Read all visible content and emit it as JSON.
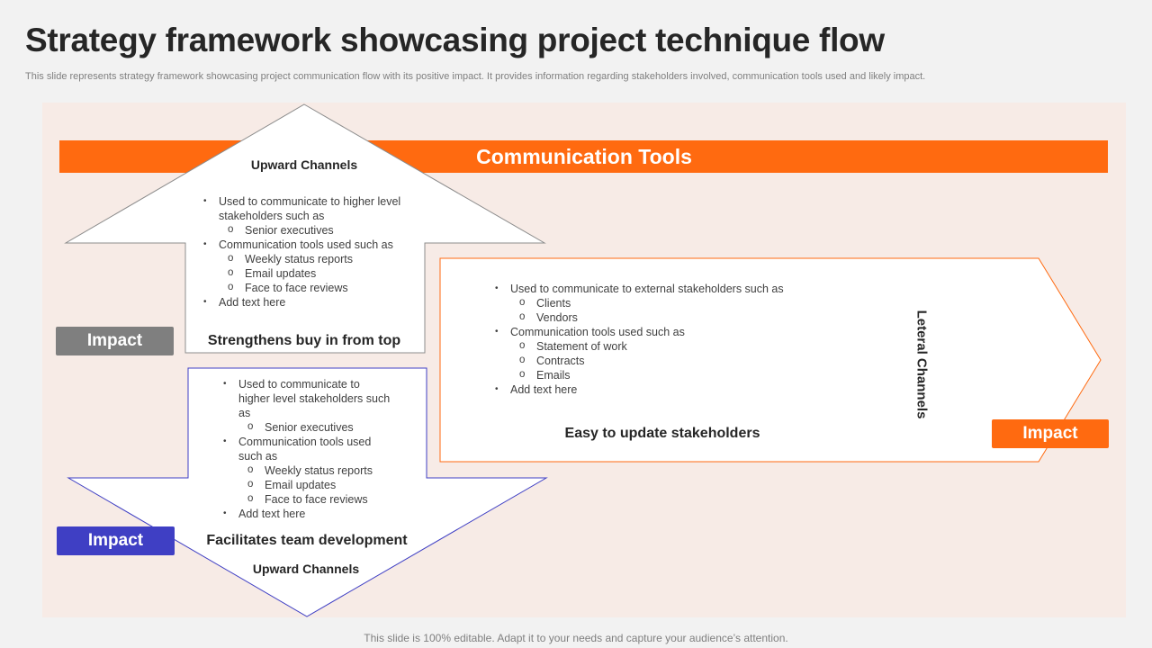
{
  "title": "Strategy framework showcasing project technique flow",
  "subtitle": "This slide represents strategy framework showcasing project communication flow with its positive impact. It provides information regarding stakeholders involved, communication tools used and likely impact.",
  "banner": "Communication Tools",
  "colors": {
    "orange": "#ff6a10",
    "grey_badge": "#7f7f7f",
    "blue_badge": "#3f3fc4",
    "panel_bg": "#f7ebe6"
  },
  "upward": {
    "title": "Upward Channels",
    "bullets": [
      {
        "text": "Used to communicate to higher level stakeholders such as",
        "subs": [
          "Senior executives"
        ]
      },
      {
        "text": "Communication tools used such as",
        "subs": [
          "Weekly status reports",
          "Email updates",
          "Face to face reviews"
        ]
      },
      {
        "text": "Add text here",
        "subs": []
      }
    ],
    "impact": "Strengthens buy in from top",
    "badge": "Impact"
  },
  "downward": {
    "title": "Upward Channels",
    "bullets": [
      {
        "text": "Used to communicate to higher level stakeholders such as",
        "subs": [
          "Senior executives"
        ]
      },
      {
        "text": "Communication tools used such as",
        "subs": [
          "Weekly status reports",
          "Email updates",
          "Face to face reviews"
        ]
      },
      {
        "text": "Add text here",
        "subs": []
      }
    ],
    "impact": "Facilitates team development",
    "badge": "Impact"
  },
  "lateral": {
    "title": "Leteral Channels",
    "bullets": [
      {
        "text": "Used to communicate to external stakeholders such as",
        "subs": [
          "Clients",
          "Vendors"
        ]
      },
      {
        "text": "Communication tools used such as",
        "subs": [
          "Statement of work",
          "Contracts",
          "Emails"
        ]
      },
      {
        "text": "Add text here",
        "subs": []
      }
    ],
    "impact": "Easy to update stakeholders",
    "badge": "Impact"
  },
  "footer": "This slide is 100% editable. Adapt it to your needs and capture your audience’s attention."
}
